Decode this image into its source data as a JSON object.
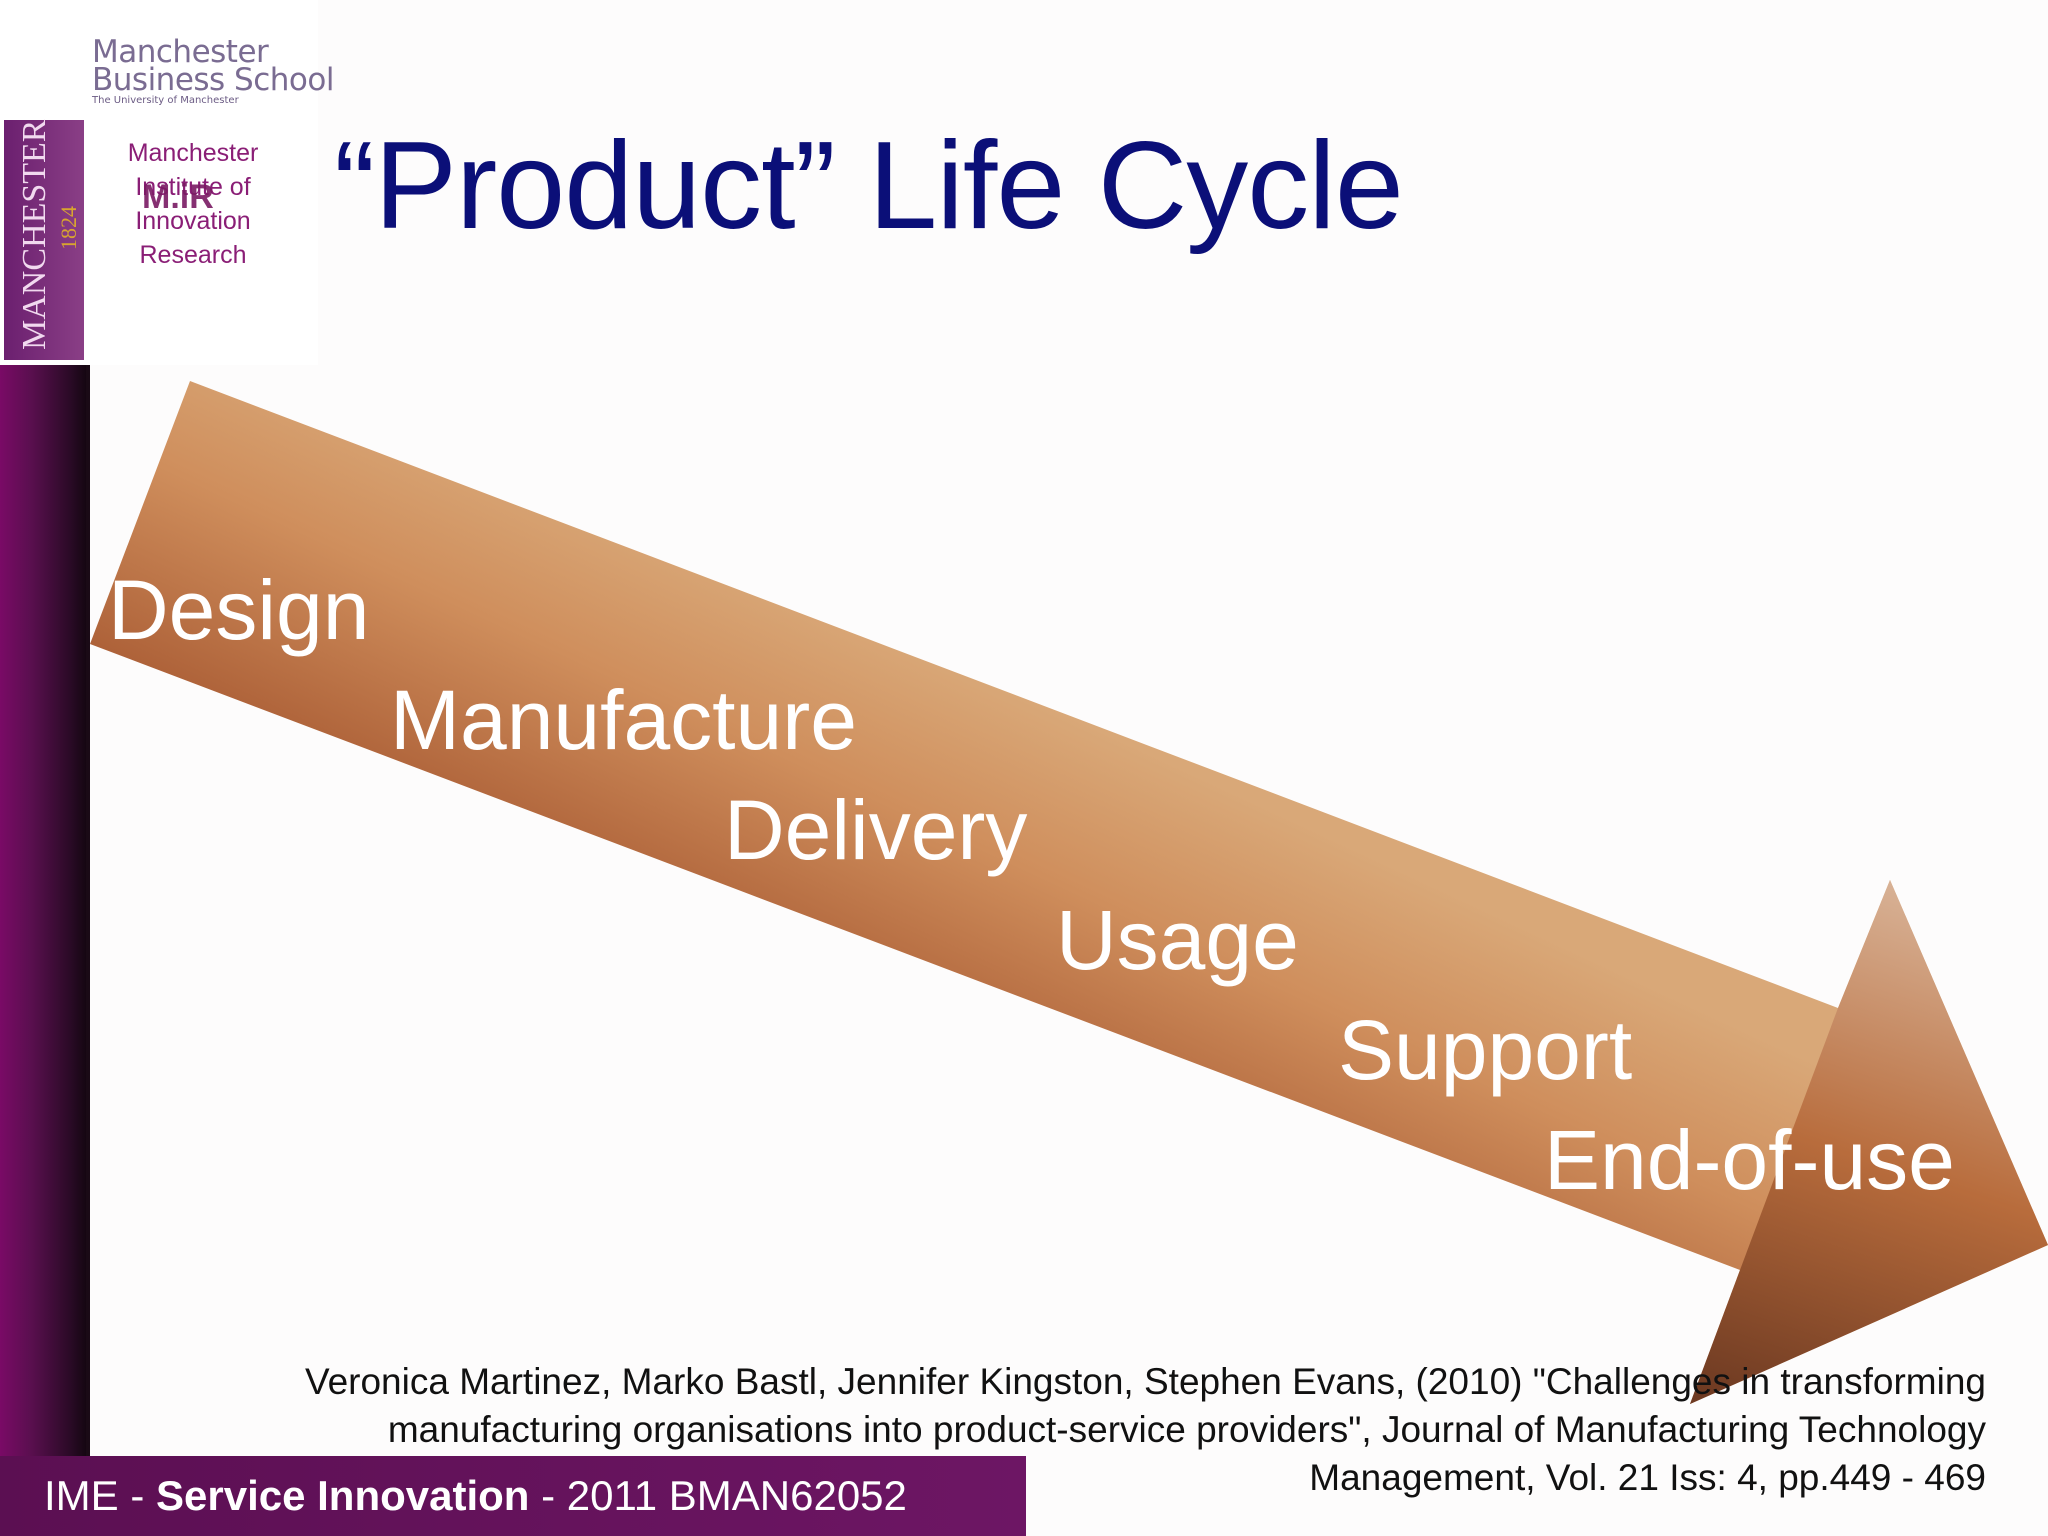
{
  "logo": {
    "school_line1": "Manchester",
    "school_line2": "Business School",
    "school_sub": "The University of Manchester",
    "crest_text": "MANCHESTER",
    "crest_year": "1824",
    "institute_lines": [
      "Manchester",
      "Institute of",
      "Innovation",
      "Research"
    ],
    "institute_abbrev": "M.iR"
  },
  "slide": {
    "title": "“Product” Life Cycle",
    "stages": [
      "Design",
      "Manufacture",
      "Delivery",
      "Usage",
      "Support",
      "End-of-use"
    ],
    "reference_lines": [
      "Veronica Martinez, Marko Bastl, Jennifer Kingston, Stephen Evans, (2010) \"Challenges in transforming",
      "manufacturing organisations into product-service providers\", Journal of Manufacturing Technology",
      "Management, Vol. 21 Iss: 4, pp.449 - 469"
    ]
  },
  "footer": {
    "prefix": "IME",
    "sep1": " - ",
    "course": "Service Innovation",
    "sep2": " - ",
    "code": "2011 BMAN62052"
  },
  "colors": {
    "title": "#0b0f78",
    "arrow_light": "#d9a878",
    "arrow_dark": "#a4532c",
    "sidebar": "#6d1664"
  }
}
